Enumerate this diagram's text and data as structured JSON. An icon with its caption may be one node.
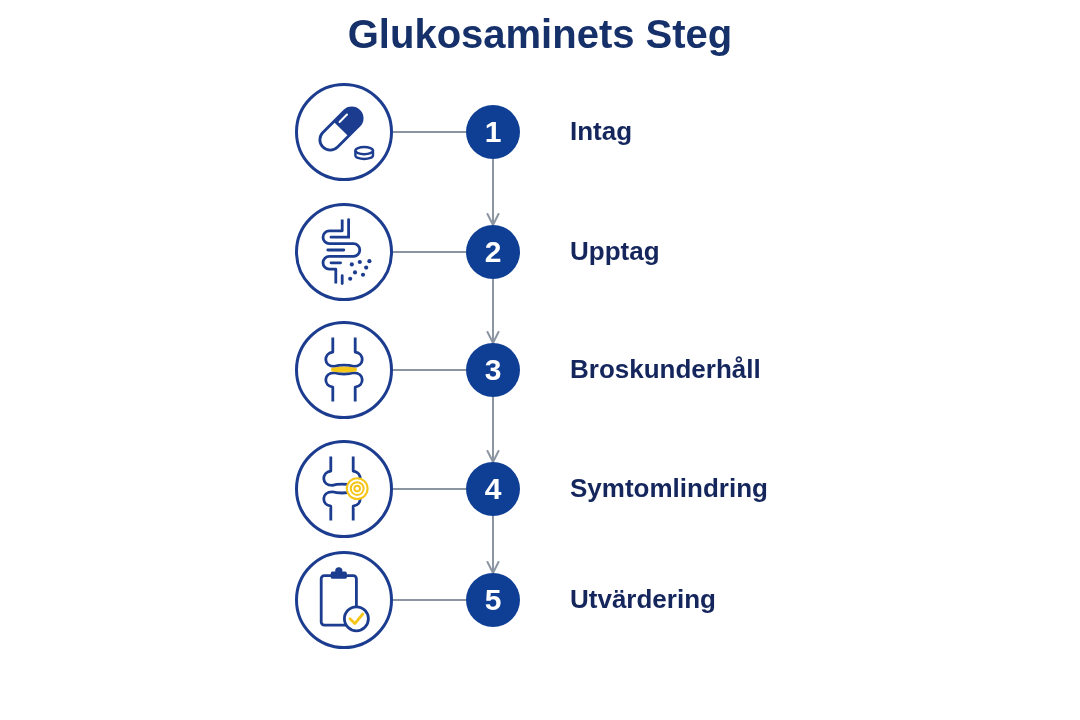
{
  "diagram": {
    "title": "Glukosaminets Steg",
    "nodes": [
      {
        "text": [],
        "shape": "circle"
      },
      {
        "text": [
          "1"
        ],
        "beside": [
          "Intag"
        ]
      },
      {
        "text": [],
        "shape": "circle"
      },
      {
        "text": [
          "2"
        ],
        "beside": [
          "Upptag"
        ]
      },
      {
        "text": [],
        "shape": "circle"
      },
      {
        "text": [
          "3"
        ],
        "beside": [
          "Broskunderhåll"
        ]
      },
      {
        "text": [],
        "shape": "circle"
      },
      {
        "text": [
          "4"
        ],
        "beside": [
          "Symtomlindring"
        ]
      },
      {
        "text": [],
        "shape": "circle"
      },
      {
        "text": [
          "5"
        ],
        "beside": [
          "Utvärdering"
        ]
      }
    ],
    "edges": [
      {
        "from": 0,
        "to": 1,
        "arrow": "none"
      },
      {
        "from": 1,
        "to": 3,
        "arrow": "to"
      },
      {
        "from": 2,
        "to": 3,
        "arrow": "none"
      },
      {
        "from": 3,
        "to": 5,
        "arrow": "to"
      },
      {
        "from": 4,
        "to": 5,
        "arrow": "none"
      },
      {
        "from": 5,
        "to": 7,
        "arrow": "to"
      },
      {
        "from": 6,
        "to": 7,
        "arrow": "none"
      },
      {
        "from": 7,
        "to": 9,
        "arrow": "to"
      },
      {
        "from": 8,
        "to": 9,
        "arrow": "none"
      }
    ]
  }
}
